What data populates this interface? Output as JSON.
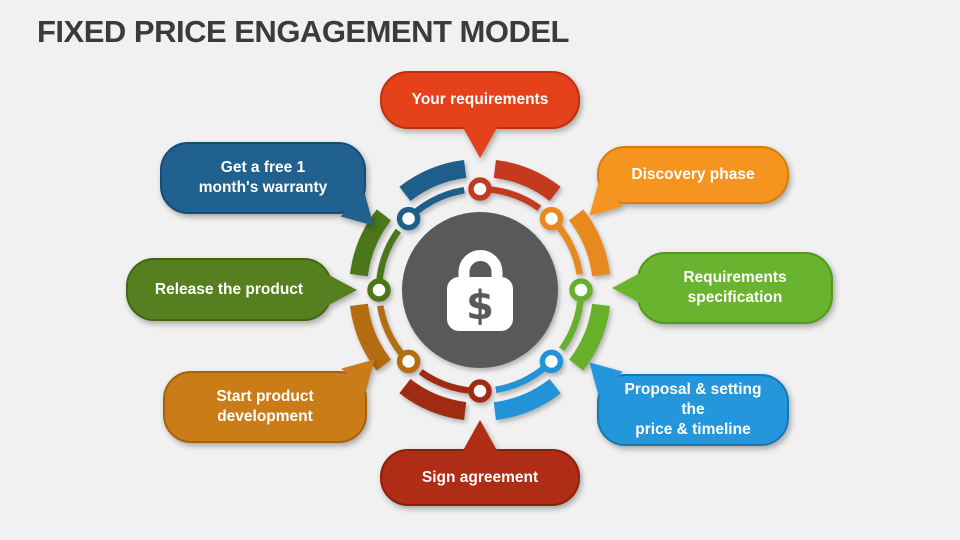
{
  "title": "FIXED PRICE ENGAGEMENT MODEL",
  "center": {
    "icon": "price-lock-icon",
    "dollar_symbol": "$",
    "circle_color": "#58595B",
    "lock_color": "#FFFFFF"
  },
  "sectors": [
    {
      "id": "your-requirements",
      "label": "Your requirements",
      "bubble_color": "#E5411B",
      "border_color": "#C02E0C",
      "arc_color": "#C33A1E"
    },
    {
      "id": "discovery-phase",
      "label": "Discovery phase",
      "bubble_color": "#F5941E",
      "border_color": "#D97C0D",
      "arc_color": "#E8891D"
    },
    {
      "id": "requirements-specification",
      "label": "Requirements\nspecification",
      "bubble_color": "#69B42E",
      "border_color": "#52991A",
      "arc_color": "#68B02C"
    },
    {
      "id": "proposal-setting-the-price-timeline",
      "label": "Proposal & setting the\nprice & timeline",
      "bubble_color": "#2496DB",
      "border_color": "#1578B4",
      "arc_color": "#2293D6"
    },
    {
      "id": "sign-agreement",
      "label": "Sign agreement",
      "bubble_color": "#AE2D14",
      "border_color": "#8C1F07",
      "arc_color": "#A12B12"
    },
    {
      "id": "start-product-development",
      "label": "Start product\ndevelopment",
      "bubble_color": "#C97C17",
      "border_color": "#A6620A",
      "arc_color": "#B46C10"
    },
    {
      "id": "release-the-product",
      "label": "Release the product",
      "bubble_color": "#56801F",
      "border_color": "#416710",
      "arc_color": "#4B771A"
    },
    {
      "id": "get-a-free-1-months-warranty",
      "label": "Get a free 1\nmonth's warranty",
      "bubble_color": "#20618F",
      "border_color": "#154C74",
      "arc_color": "#1E5E8B"
    }
  ]
}
